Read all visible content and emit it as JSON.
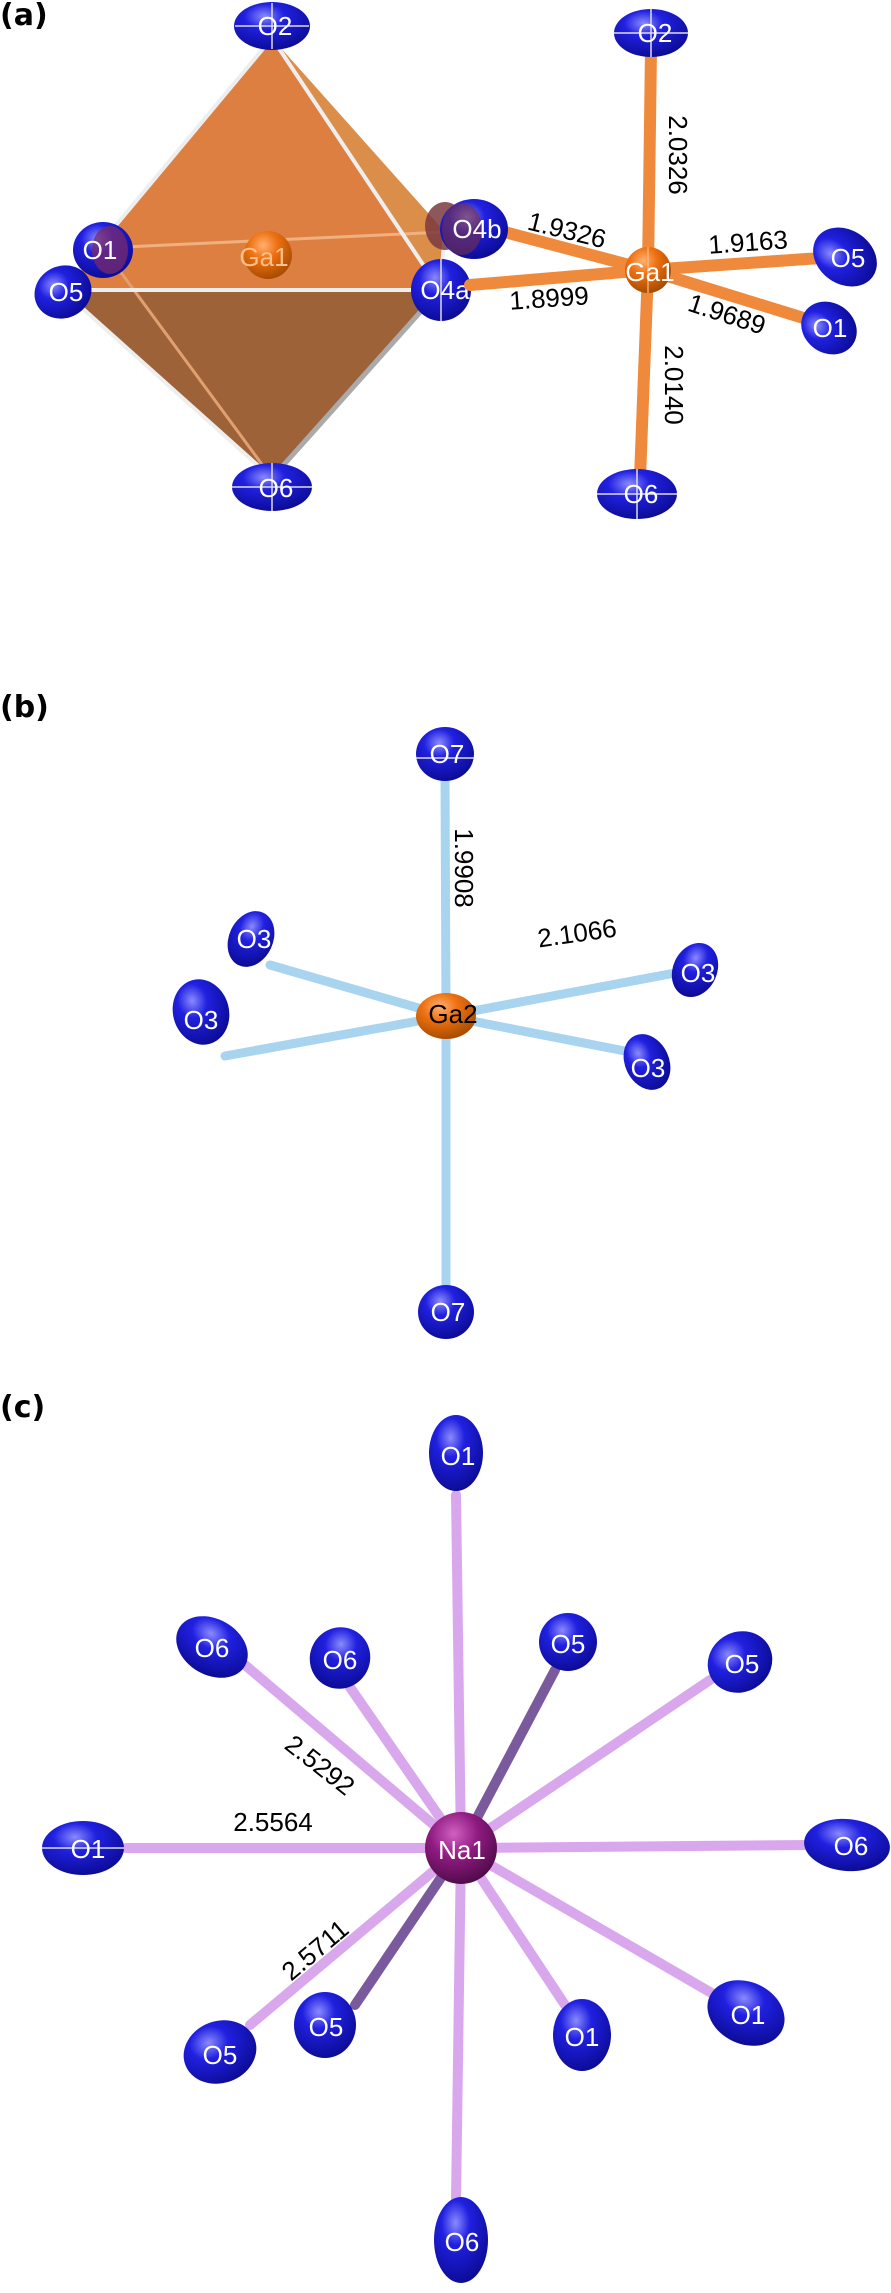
{
  "figure": {
    "panels": [
      {
        "id": "a",
        "label": "(a)",
        "center_atom": "Ga1",
        "polyhedron": {
          "color": "#d97a3a",
          "vertices": [
            "O2",
            "O1",
            "O5",
            "O4b",
            "O4a",
            "O6"
          ],
          "center_label": "Ga1"
        },
        "ball_stick": {
          "center_label": "Ga1",
          "bond_color": "#ef8a3c",
          "ligands": [
            {
              "atom": "O2",
              "distance": "2.0326"
            },
            {
              "atom": "O4b",
              "distance": "1.9326"
            },
            {
              "atom": "O5",
              "distance": "1.9163"
            },
            {
              "atom": "O4a",
              "distance": "1.8999"
            },
            {
              "atom": "O1",
              "distance": "1.9689"
            },
            {
              "atom": "O6",
              "distance": "2.0140"
            }
          ]
        }
      },
      {
        "id": "b",
        "label": "(b)",
        "center_atom": "Ga2",
        "bond_color": "#a8d4f0",
        "ligands": [
          {
            "atom": "O7",
            "distance": "1.9908"
          },
          {
            "atom": "O3",
            "distance": "2.1066"
          },
          {
            "atom": "O3",
            "distance": ""
          },
          {
            "atom": "O3",
            "distance": ""
          },
          {
            "atom": "O3",
            "distance": ""
          },
          {
            "atom": "O7",
            "distance": ""
          }
        ]
      },
      {
        "id": "c",
        "label": "(c)",
        "center_atom": "Na1",
        "bond_color": "#d9a8ec",
        "ligands": [
          {
            "atom": "O1",
            "distance": ""
          },
          {
            "atom": "O6",
            "distance": "2.5292"
          },
          {
            "atom": "O6",
            "distance": ""
          },
          {
            "atom": "O5",
            "distance": ""
          },
          {
            "atom": "O5",
            "distance": ""
          },
          {
            "atom": "O1",
            "distance": "2.5564"
          },
          {
            "atom": "O6",
            "distance": ""
          },
          {
            "atom": "O5",
            "distance": "2.5711"
          },
          {
            "atom": "O5",
            "distance": ""
          },
          {
            "atom": "O1",
            "distance": ""
          },
          {
            "atom": "O1",
            "distance": ""
          },
          {
            "atom": "O6",
            "distance": ""
          }
        ]
      }
    ],
    "colors": {
      "oxygen": "#1a1ad6",
      "gallium": "#e8700f",
      "sodium": "#8b1a7a",
      "text": "#000000",
      "atom_text": "#ffffff"
    }
  }
}
